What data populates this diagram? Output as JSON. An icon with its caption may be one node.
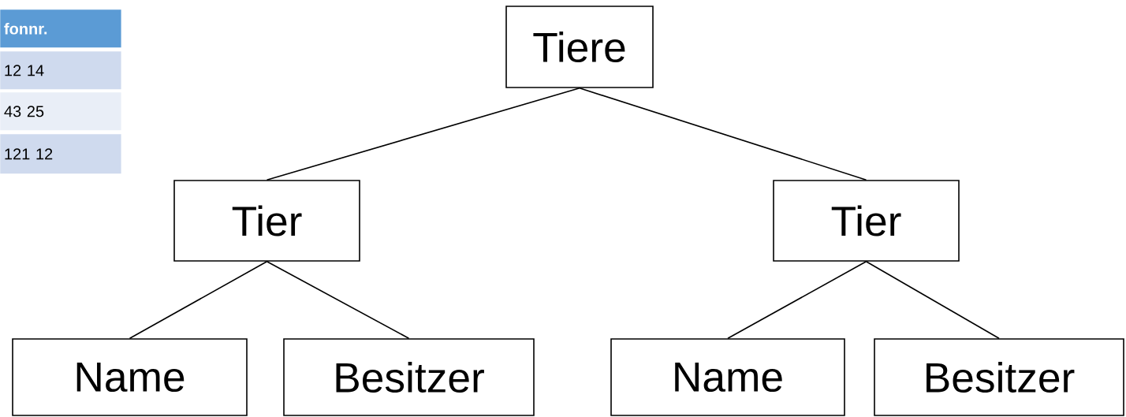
{
  "diagram": {
    "nodes": [
      {
        "text": [
          "Tiere"
        ]
      },
      {
        "text": [
          "Tier"
        ]
      },
      {
        "text": [
          "Tier"
        ]
      },
      {
        "text": [
          "Name"
        ]
      },
      {
        "text": [
          "Besitzer"
        ]
      },
      {
        "text": [
          "Name"
        ]
      },
      {
        "text": [
          "Besitzer"
        ]
      }
    ],
    "edges": [
      {
        "from": 0,
        "to": 1,
        "arrow": "none"
      },
      {
        "from": 0,
        "to": 2,
        "arrow": "none"
      },
      {
        "from": 1,
        "to": 3,
        "arrow": "none"
      },
      {
        "from": 1,
        "to": 4,
        "arrow": "none"
      },
      {
        "from": 2,
        "to": 5,
        "arrow": "none"
      },
      {
        "from": 2,
        "to": 6,
        "arrow": "none"
      }
    ],
    "labels": [
      "fonnr.",
      "12 14",
      "43 25",
      "121 12"
    ]
  }
}
